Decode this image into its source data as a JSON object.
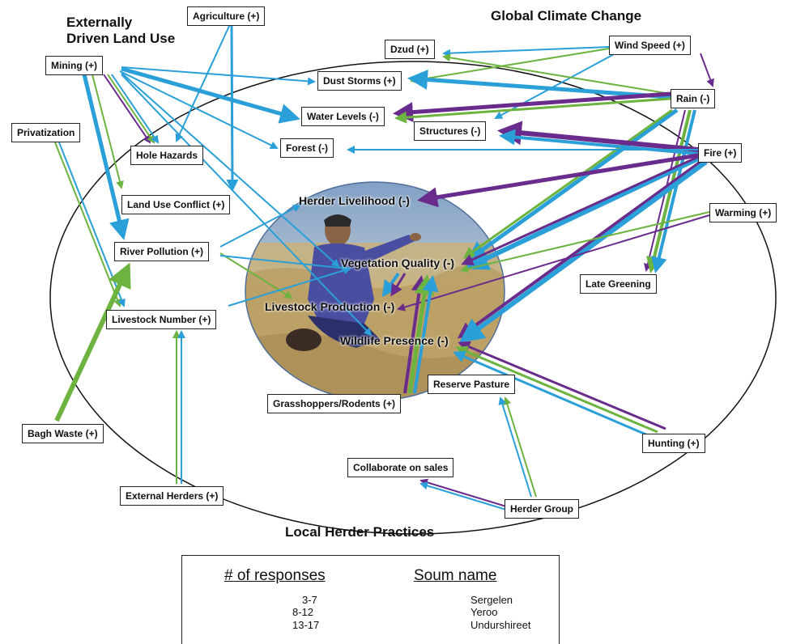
{
  "headings": {
    "external": "Externally\nDriven Land Use",
    "climate": "Global Climate Change",
    "local": "Local Herder Practices"
  },
  "nodes": {
    "agriculture": "Agriculture (+)",
    "mining": "Mining (+)",
    "privatization": "Privatization",
    "hole_hazards": "Hole Hazards",
    "land_use_conflict": "Land Use Conflict (+)",
    "river_pollution": "River Pollution (+)",
    "livestock_number": "Livestock Number (+)",
    "bagh_waste": "Bagh Waste (+)",
    "external_herders": "External Herders (+)",
    "dzud": "Dzud (+)",
    "dust_storms": "Dust Storms  (+)",
    "water_levels": "Water Levels  (-)",
    "forest": "Forest (-)",
    "structures": "Structures (-)",
    "wind_speed": "Wind Speed (+)",
    "rain": "Rain (-)",
    "fire": "Fire  (+)",
    "warming": "Warming (+)",
    "late_greening": "Late Greening",
    "reserve_pasture": "Reserve Pasture",
    "grasshoppers": "Grasshoppers/Rodents (+)",
    "hunting": "Hunting (+)",
    "collaborate": "Collaborate on sales",
    "herder_group": "Herder Group"
  },
  "center": {
    "herder_livelihood": "Herder Livelihood (-)",
    "vegetation_quality": "Vegetation Quality (-)",
    "livestock_production": "Livestock Production (-)",
    "wildlife_presence": "Wildlife Presence (-)"
  },
  "legend": {
    "responses_title": "# of responses",
    "responses": [
      "3-7",
      "8-12",
      "13-17"
    ],
    "soum_title": "Soum name",
    "soums": [
      {
        "name": "Sergelen",
        "color": "#6a2c8c"
      },
      {
        "name": "Yeroo",
        "color": "#6db33f"
      },
      {
        "name": "Undurshireet",
        "color": "#2a9fd8"
      }
    ]
  }
}
